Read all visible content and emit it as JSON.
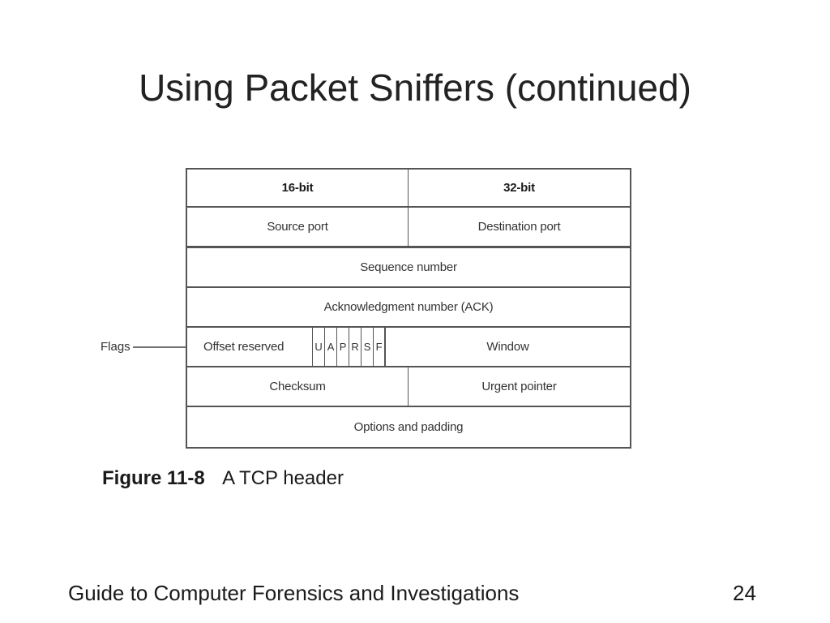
{
  "slide": {
    "title": "Using Packet Sniffers (continued)",
    "footer": "Guide to Computer Forensics and Investigations",
    "page_number": "24"
  },
  "figure": {
    "number": "Figure 11-8",
    "caption": "A TCP header"
  },
  "diagram": {
    "headers": [
      "16-bit",
      "32-bit"
    ],
    "source_port": "Source port",
    "destination_port": "Destination port",
    "sequence_number": "Sequence number",
    "ack_number": "Acknowledgment number (ACK)",
    "offset_reserved": "Offset reserved",
    "flags": [
      "U",
      "A",
      "P",
      "R",
      "S",
      "F"
    ],
    "window": "Window",
    "checksum": "Checksum",
    "urgent_pointer": "Urgent pointer",
    "options_padding": "Options and padding",
    "flags_label": "Flags",
    "colors": {
      "border": "#555555",
      "text": "#333333"
    }
  }
}
